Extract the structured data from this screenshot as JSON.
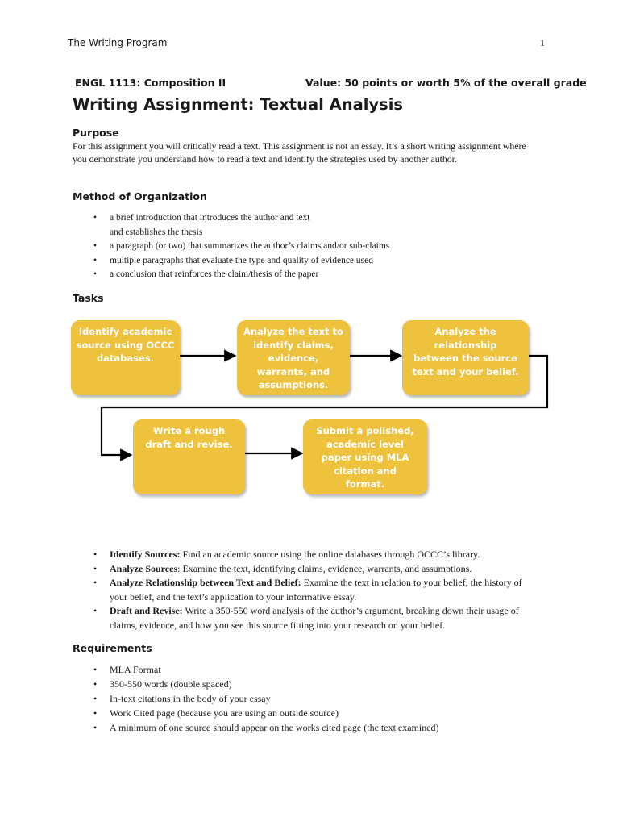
{
  "header": {
    "running_title": "The Writing Program",
    "page_number": "1"
  },
  "course": {
    "name": "ENGL 1113: Composition II",
    "value": "Value: 50 points or worth 5% of the overall grade"
  },
  "title": "Writing Assignment: Textual Analysis",
  "purpose": {
    "heading": "Purpose",
    "text": "For this assignment you will critically read a text. This assignment is not an essay. It’s a short writing assignment where you demonstrate you understand how to read a text and identify the strategies used by another author."
  },
  "method": {
    "heading": "Method of Organization",
    "items": [
      {
        "line1": "a brief introduction that introduces the author and text",
        "line2": "and establishes the thesis"
      },
      {
        "line1": "a paragraph (or two) that summarizes the author’s claims and/or sub-claims"
      },
      {
        "line1": "multiple paragraphs that evaluate the type and quality of evidence used"
      },
      {
        "line1": "a conclusion that reinforces the claim/thesis of the paper"
      }
    ]
  },
  "tasks": {
    "heading": "Tasks",
    "flow": [
      "Identify academic source using OCCC databases.",
      "Analyze the text to identify claims, evidence, warrants, and assumptions.",
      "Analyze the relationship between the source text and your belief.",
      "Write a rough draft and revise.",
      "Submit a polished, academic level paper using MLA citation and format."
    ],
    "details": [
      {
        "label": "Identify Sources:",
        "text": " Find an academic source using the online databases through OCCC’s library."
      },
      {
        "label": "Analyze Sources",
        "text": ": Examine the text, identifying claims, evidence, warrants, and assumptions."
      },
      {
        "label": "Analyze Relationship between Text and Belief:",
        "text": "  Examine the text in relation to your belief, the history of your belief, and the text’s application to your informative essay."
      },
      {
        "label": "Draft and Revise:",
        "text": " Write a 350-550 word analysis of the author’s argument, breaking down their usage of claims, evidence, and how you see this source fitting into your research on your belief."
      }
    ]
  },
  "requirements": {
    "heading": "Requirements",
    "items": [
      "MLA Format",
      "350-550 words (double spaced)",
      "In-text citations in the body of your essay",
      "Work Cited page (because you are using an outside source)",
      "A minimum of one source should appear on the works cited page (the text examined)"
    ]
  },
  "colors": {
    "box_fill": "#eec23c",
    "box_text": "#ffffff",
    "arrow": "#000000"
  }
}
